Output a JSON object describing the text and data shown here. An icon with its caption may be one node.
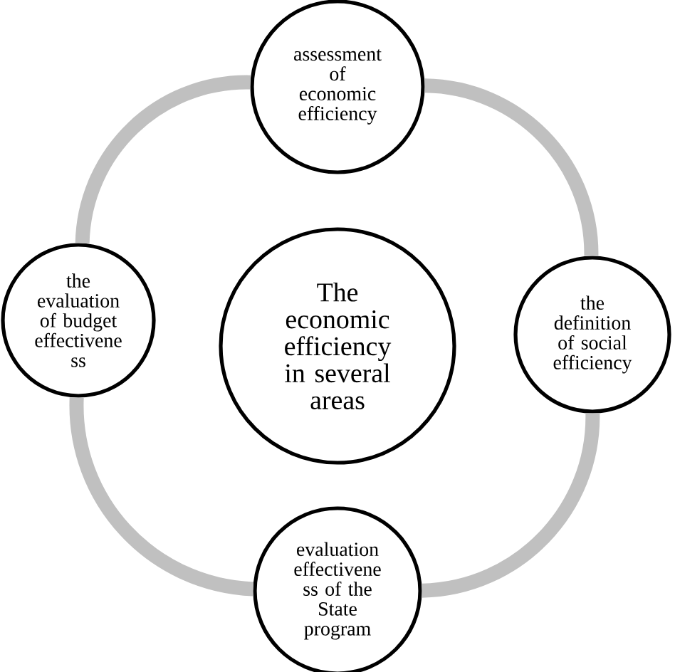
{
  "diagram": {
    "nodes": [
      {
        "text": [
          "assessment of economic efficiency"
        ]
      },
      {
        "text": [
          "the evaluation of budget effectivene ss"
        ]
      },
      {
        "text": [
          "The economic efficiency in several areas"
        ]
      },
      {
        "text": [
          "the definition of social efficiency"
        ]
      },
      {
        "text": [
          "evaluation effectivene ss of the State program"
        ]
      }
    ],
    "edges": [
      {
        "from": 0,
        "to": 3,
        "arrow": "none"
      },
      {
        "from": 3,
        "to": 4,
        "arrow": "none"
      },
      {
        "from": 4,
        "to": 1,
        "arrow": "none"
      },
      {
        "from": 1,
        "to": 0,
        "arrow": "none"
      }
    ]
  }
}
